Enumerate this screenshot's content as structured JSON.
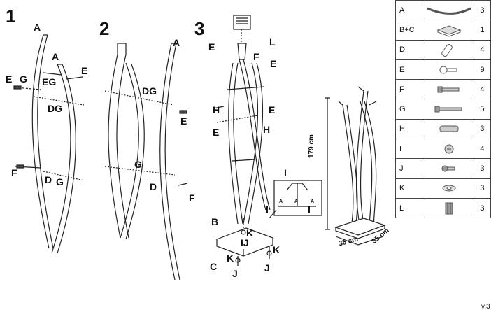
{
  "steps": [
    "1",
    "2",
    "3"
  ],
  "step1_labels": {
    "a1": "A",
    "a2": "A",
    "e1": "E",
    "g1": "G",
    "eg": "EG",
    "e2": "E",
    "dg": "DG",
    "f": "F",
    "d": "D",
    "g2": "G"
  },
  "step2_labels": {
    "a": "A",
    "dg": "DG",
    "e": "E",
    "g": "G",
    "d": "D",
    "f": "F"
  },
  "step3_labels": {
    "e1": "E",
    "l": "L",
    "f": "F",
    "e2": "E",
    "h1": "H",
    "e3": "E",
    "e4": "E",
    "h2": "H",
    "i1": "I",
    "i2": "I",
    "i3": "I",
    "b": "B",
    "k1": "K",
    "ij": "IJ",
    "k2": "K",
    "c": "C",
    "k3": "K",
    "j1": "J",
    "j2": "J"
  },
  "inset": {
    "a1": "A",
    "a2": "A",
    "a3": "A"
  },
  "dimensions": {
    "height": "179 cm",
    "width": "35 cm",
    "depth": "35 cm"
  },
  "parts": [
    {
      "code": "A",
      "icon": "curved-tube-icon",
      "qty": "3"
    },
    {
      "code": "B+C",
      "icon": "base-plate-icon",
      "qty": "1"
    },
    {
      "code": "D",
      "icon": "sleeve-icon",
      "qty": "4"
    },
    {
      "code": "E",
      "icon": "hook-icon",
      "qty": "9"
    },
    {
      "code": "F",
      "icon": "short-bolt-icon",
      "qty": "4"
    },
    {
      "code": "G",
      "icon": "long-bolt-icon",
      "qty": "5"
    },
    {
      "code": "H",
      "icon": "dowel-icon",
      "qty": "3"
    },
    {
      "code": "I",
      "icon": "cap-nut-icon",
      "qty": "4"
    },
    {
      "code": "J",
      "icon": "small-screw-icon",
      "qty": "3"
    },
    {
      "code": "K",
      "icon": "washer-icon",
      "qty": "3"
    },
    {
      "code": "L",
      "icon": "top-cap-icon",
      "qty": "3"
    }
  ],
  "version": "v.3"
}
